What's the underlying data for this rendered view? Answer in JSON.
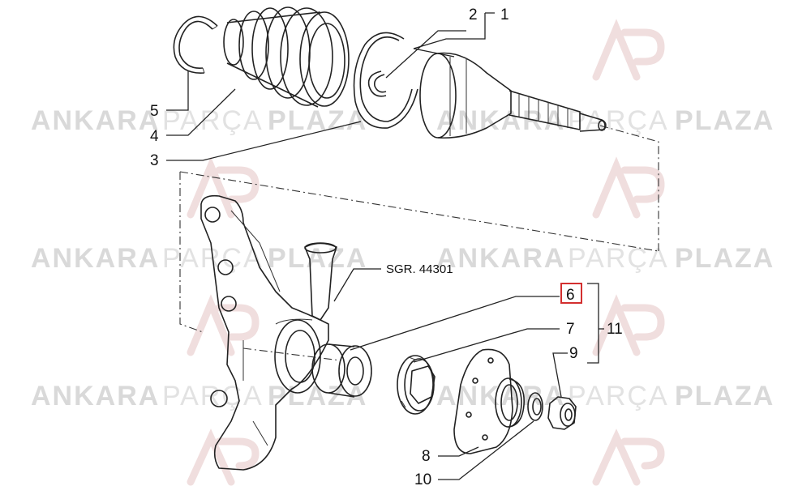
{
  "watermark": {
    "brand_bold_1": "ANKARA",
    "brand_light": "PARÇA",
    "brand_bold_2": "PLAZA",
    "logo_letters": "AP"
  },
  "reference_label": "SGR. 44301",
  "callouts": {
    "c1": "1",
    "c2": "2",
    "c3": "3",
    "c4": "4",
    "c5": "5",
    "c6": "6",
    "c7": "7",
    "c8": "8",
    "c9": "9",
    "c10": "10",
    "c11": "11"
  },
  "highlight_color": "#d32f2f"
}
